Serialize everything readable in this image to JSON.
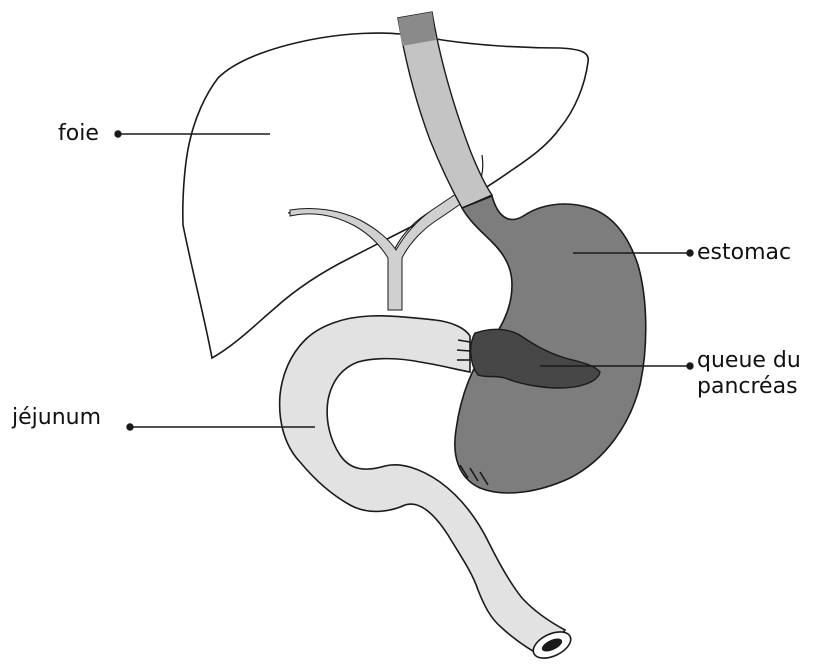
{
  "labels": {
    "liver": "foie",
    "stomach": "estomac",
    "pancreas_tail_line1": "queue du",
    "pancreas_tail_line2": "pancréas",
    "jejunum": "jéjunum"
  },
  "colors": {
    "outline": "#1a1a1a",
    "liver_fill": "#ffffff",
    "esophagus_fill": "#c4c4c4",
    "stomach_fill": "#7d7d7d",
    "pancreas_fill": "#474747",
    "jejunum_fill": "#e2e2e2",
    "bile_duct_fill": "#d0d0d0"
  }
}
